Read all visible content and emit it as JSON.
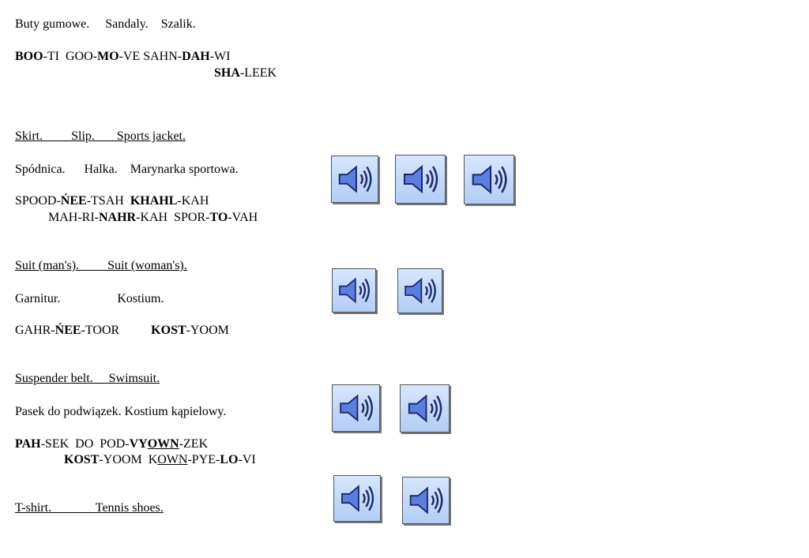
{
  "boots_sandals_scarf": {
    "polish": "Buty gumowe.     Sandaly.    Szalik.",
    "pron1": [
      {
        "t": "BOO",
        "b": true
      },
      {
        "t": "-TI  GOO-",
        "b": false
      },
      {
        "t": "MO",
        "b": true
      },
      {
        "t": "-VE SAHN-",
        "b": false
      },
      {
        "t": "DAH",
        "b": true
      },
      {
        "t": "-WI",
        "b": false
      }
    ],
    "pron2": [
      {
        "t": "SHA",
        "b": true
      },
      {
        "t": "-LEEK",
        "b": false
      }
    ]
  },
  "skirt": {
    "english": "Skirt.         Slip.       Sports jacket.",
    "polish": "Spódnica.      Halka.    Marynarka sportowa.",
    "pron1": [
      {
        "t": "SPOOD-",
        "b": false
      },
      {
        "t": "ŃEE",
        "b": true
      },
      {
        "t": "-TSAH  ",
        "b": false
      },
      {
        "t": "KHAHL",
        "b": true
      },
      {
        "t": "-KAH",
        "b": false
      }
    ],
    "pron2": [
      {
        "t": "MAH-RI-",
        "b": false
      },
      {
        "t": "NAHR",
        "b": true
      },
      {
        "t": "-KAH  SPOR-",
        "b": false
      },
      {
        "t": "TO",
        "b": true
      },
      {
        "t": "-VAH",
        "b": false
      }
    ]
  },
  "suit": {
    "english": "Suit (man's).         Suit (woman's).",
    "polish": "Garnitur.                  Kostium.",
    "pron1": [
      {
        "t": "GAHR-",
        "b": false
      },
      {
        "t": "ŃEE",
        "b": true
      },
      {
        "t": "-TOOR          ",
        "b": false
      },
      {
        "t": "KOST",
        "b": true
      },
      {
        "t": "-YOOM",
        "b": false
      }
    ]
  },
  "suspender": {
    "english": "Suspender belt.     Swimsuit.",
    "polish": "Pasek do podwiązek. Kostium kąpielowy.",
    "pron1": [
      {
        "t": "PAH",
        "b": true
      },
      {
        "t": "-SEK  DO  POD-",
        "b": false
      },
      {
        "t": "VY",
        "b": true
      },
      {
        "t": "OWN",
        "b": true,
        "u": true
      },
      {
        "t": "-ZEK",
        "b": false
      }
    ],
    "pron2": [
      {
        "t": "KOST",
        "b": true
      },
      {
        "t": "-YOOM  K",
        "b": false
      },
      {
        "t": "OWN",
        "b": false,
        "u": true
      },
      {
        "t": "-PYE-",
        "b": false
      },
      {
        "t": "LO",
        "b": true
      },
      {
        "t": "-VI",
        "b": false
      }
    ]
  },
  "tshirt": {
    "english": "T-shirt.              Tennis shoes."
  },
  "icons": {
    "speaker": "speaker-icon"
  }
}
